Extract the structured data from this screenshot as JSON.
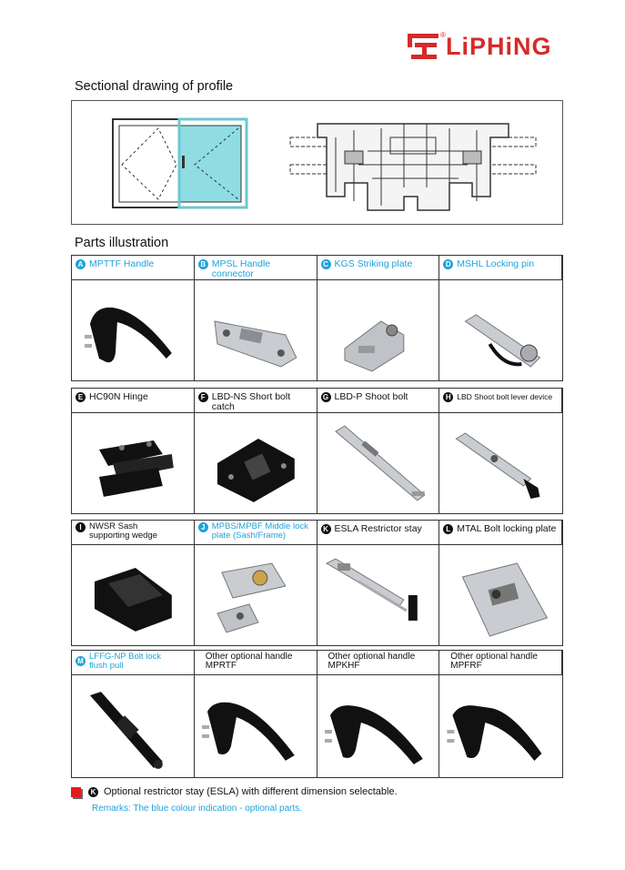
{
  "logo": {
    "text": "LiPHiNG",
    "reg_mark": "®",
    "color": "#d62a2a"
  },
  "sections": {
    "profile_title": "Sectional drawing of profile",
    "parts_title": "Parts illustration"
  },
  "colors": {
    "accent_blue": "#1ea3d8",
    "accent_red": "#d62a2a",
    "glass": "#8fdde3"
  },
  "rows": [
    [
      {
        "badge": "A",
        "label": "MPTTF Handle",
        "optional": true,
        "icon": "black-handle-icon"
      },
      {
        "badge": "B",
        "label": "MPSL Handle connector",
        "optional": true,
        "icon": "handle-connector-icon"
      },
      {
        "badge": "C",
        "label": "KGS Striking plate",
        "optional": true,
        "icon": "striking-plate-icon"
      },
      {
        "badge": "D",
        "label": "MSHL Locking pin",
        "optional": true,
        "icon": "locking-pin-icon"
      }
    ],
    [
      {
        "badge": "E",
        "label": "HC90N Hinge",
        "optional": false,
        "icon": "hinge-icon"
      },
      {
        "badge": "F",
        "label": "LBD-NS Short bolt catch",
        "optional": false,
        "icon": "bolt-catch-icon"
      },
      {
        "badge": "G",
        "label": "LBD-P Shoot bolt",
        "optional": false,
        "icon": "shoot-bolt-icon"
      },
      {
        "badge": "H",
        "label": "LBD Shoot bolt lever device",
        "optional": false,
        "icon": "lever-device-icon"
      }
    ],
    [
      {
        "badge": "I",
        "label": "NWSR Sash supporting wedge",
        "optional": false,
        "icon": "wedge-icon"
      },
      {
        "badge": "J",
        "label": "MPBS/MPBF Middle lock plate (Sash/Frame)",
        "optional": true,
        "icon": "lock-plate-icon"
      },
      {
        "badge": "K",
        "label": "ESLA Restrictor stay",
        "optional": false,
        "icon": "restrictor-stay-icon"
      },
      {
        "badge": "L",
        "label": "MTAL Bolt locking plate",
        "optional": false,
        "icon": "bolt-locking-plate-icon"
      }
    ],
    [
      {
        "badge": "M",
        "label": "LFFG-NP Bolt lock flush pull",
        "optional": true,
        "icon": "flush-pull-icon"
      },
      {
        "badge": "",
        "label": "Other optional handle",
        "label2": "MPRTF",
        "optional": false,
        "icon": "black-handle-icon"
      },
      {
        "badge": "",
        "label": "Other optional handle",
        "label2": "MPKHF",
        "optional": false,
        "icon": "black-handle-icon"
      },
      {
        "badge": "",
        "label": "Other optional handle",
        "label2": "MPFRF",
        "optional": false,
        "icon": "black-handle-icon"
      }
    ]
  ],
  "footer": {
    "note_badge": "K",
    "note": "Optional restrictor stay (ESLA) with different dimension selectable.",
    "remarks": "Remarks: The blue colour indication - optional parts."
  }
}
